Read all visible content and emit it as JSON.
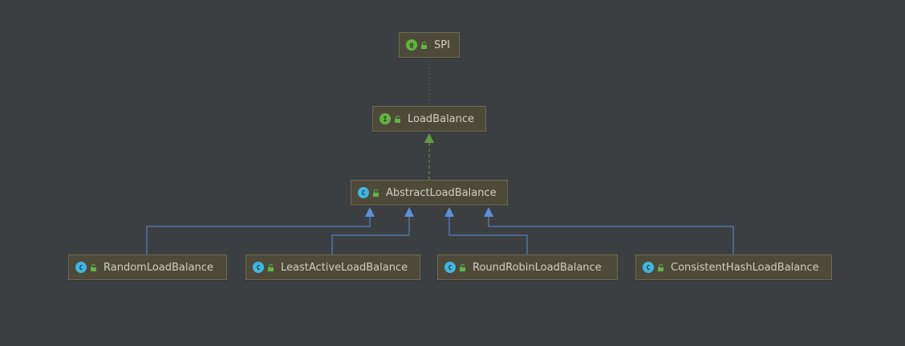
{
  "diagram": {
    "nodes": [
      {
        "id": "spi",
        "label": "SPI",
        "kind_glyph": "@",
        "kind": "annotation"
      },
      {
        "id": "loadbalance",
        "label": "LoadBalance",
        "kind_glyph": "I",
        "kind": "interface"
      },
      {
        "id": "abstract",
        "label": "AbstractLoadBalance",
        "kind_glyph": "C",
        "kind": "class"
      },
      {
        "id": "random",
        "label": "RandomLoadBalance",
        "kind_glyph": "C",
        "kind": "class"
      },
      {
        "id": "leastactive",
        "label": "LeastActiveLoadBalance",
        "kind_glyph": "C",
        "kind": "class"
      },
      {
        "id": "roundrobin",
        "label": "RoundRobinLoadBalance",
        "kind_glyph": "C",
        "kind": "class"
      },
      {
        "id": "consistenthash",
        "label": "ConsistentHashLoadBalance",
        "kind_glyph": "C",
        "kind": "class"
      }
    ],
    "edges": [
      {
        "from": "loadbalance",
        "to": "spi",
        "type": "annotation-link"
      },
      {
        "from": "abstract",
        "to": "loadbalance",
        "type": "implements"
      },
      {
        "from": "random",
        "to": "abstract",
        "type": "extends"
      },
      {
        "from": "leastactive",
        "to": "abstract",
        "type": "extends"
      },
      {
        "from": "roundrobin",
        "to": "abstract",
        "type": "extends"
      },
      {
        "from": "consistenthash",
        "to": "abstract",
        "type": "extends"
      }
    ],
    "colors": {
      "background": "#3c3f41",
      "node_fill": "#4e4a3a",
      "node_border": "#6f6a55",
      "text": "#cfcfc2",
      "extends_line": "#5b8fd9",
      "implements_line": "#5f9e40",
      "annotation_line": "#6b6b6b",
      "lock_icon": "#62b543"
    }
  }
}
